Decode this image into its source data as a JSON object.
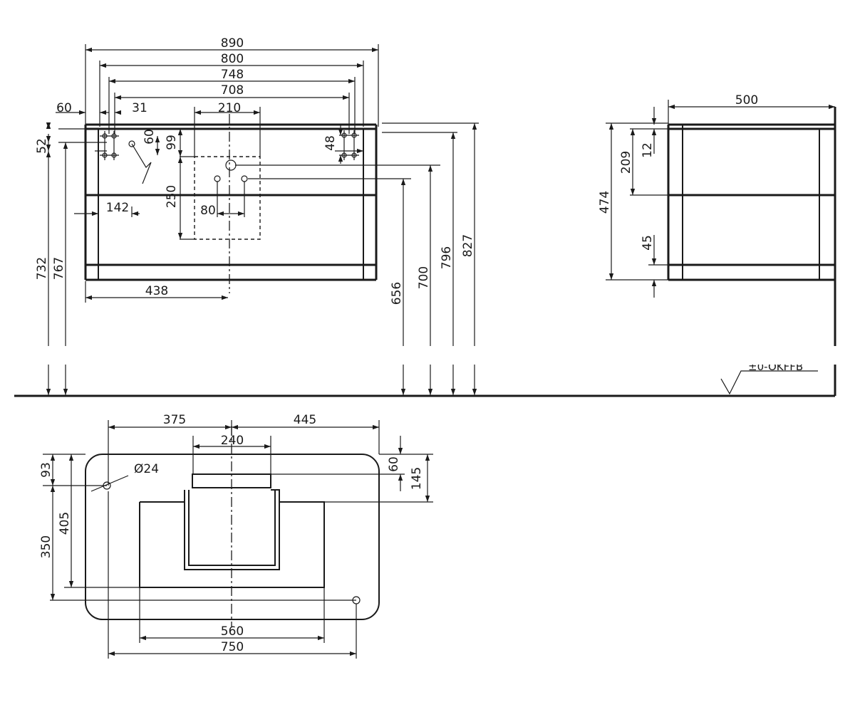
{
  "front_view": {
    "widths": {
      "overall": "890",
      "top": "800",
      "inner": "748",
      "holes": "708",
      "basin": "210",
      "left_offset": "60",
      "hole_gap": "31",
      "bracket_offset": "142",
      "drain_spacing": "80",
      "center_offset": "438"
    },
    "heights": {
      "left_small": "52",
      "left_hole": "60",
      "basin_top": "99",
      "basin_depth": "250",
      "right_small": "48",
      "left_h1": "732",
      "left_h2": "767",
      "right_h1": "656",
      "right_h2": "700",
      "right_h3": "796",
      "right_h4": "827"
    }
  },
  "side_view": {
    "depth": "500",
    "height": "474",
    "upper": "209",
    "top_gap": "12",
    "bottom_gap": "45",
    "floor_label_partial": "±0-OKFFB"
  },
  "plan_view": {
    "left_to_center": "375",
    "center_to_right": "445",
    "basin_width": "240",
    "hole_diameter": "Ø24",
    "front_offset": "60",
    "front_depth": "145",
    "hole_y": "93",
    "depth_a": "405",
    "depth_b": "350",
    "inner_width": "560",
    "hole_spacing": "750"
  }
}
